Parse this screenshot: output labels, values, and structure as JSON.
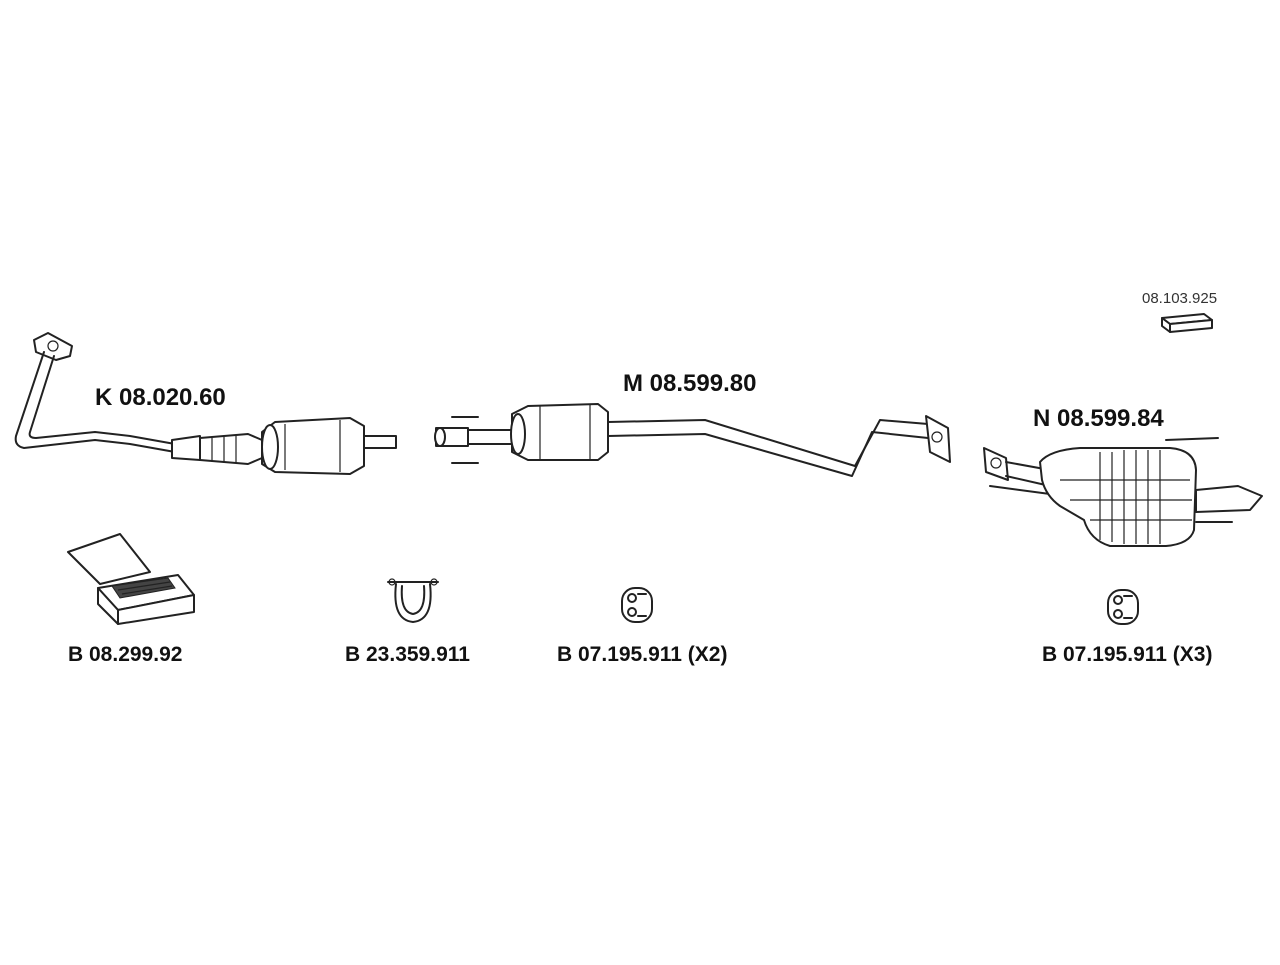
{
  "parts": {
    "front_pipe": "K 08.020.60",
    "center_silencer": "M 08.599.80",
    "rear_silencer": "N 08.599.84",
    "gasket": "08.103.925",
    "assembly_kit": "B 08.299.92",
    "clamp": "B 23.359.911",
    "rubber_mount_center": "B 07.195.911  (X2)",
    "rubber_mount_rear": "B 07.195.911  (X3)"
  }
}
